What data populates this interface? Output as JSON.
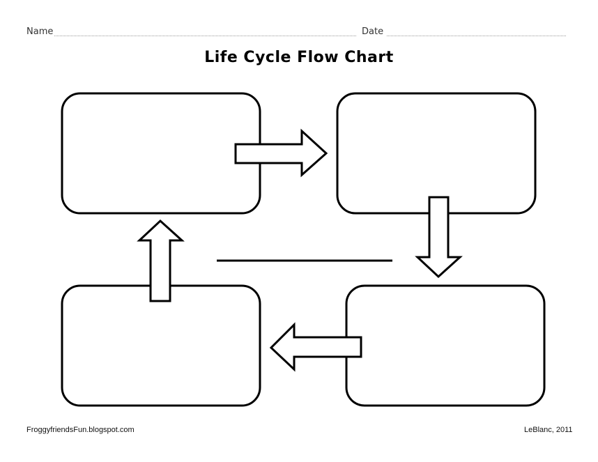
{
  "header": {
    "name_label": "Name",
    "date_label": "Date"
  },
  "title": "Life Cycle Flow Chart",
  "footer": {
    "source": "FroggyfriendsFun.blogspot.com",
    "credit": "LeBlanc, 2011"
  },
  "colors": {
    "stroke": "#000000",
    "background": "#ffffff"
  }
}
